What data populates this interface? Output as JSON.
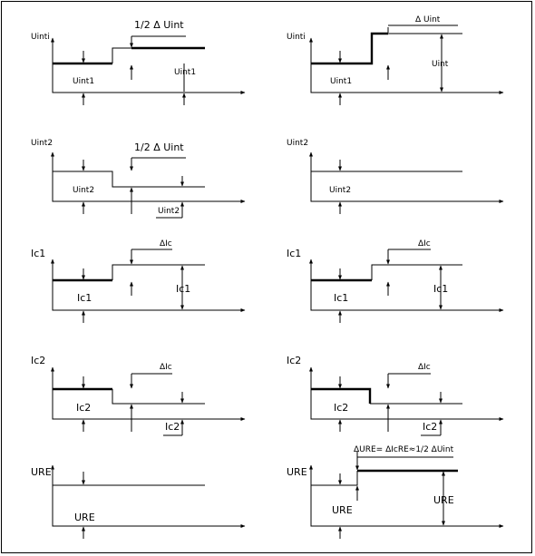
{
  "panels": [
    {
      "axis": "Uinti",
      "base": "Uint1",
      "delta": "1/2  Δ Uint",
      "right": "Uint1"
    },
    {
      "axis": "Uinti",
      "base": "Uint1",
      "delta": "Δ Uint",
      "right": "Uint"
    },
    {
      "axis": "Uint2",
      "base": "Uint2",
      "delta": "1/2  Δ Uint",
      "right": "Uint2"
    },
    {
      "axis": "Uint2",
      "base": "Uint2"
    },
    {
      "axis": "Ic1",
      "base": "Ic1",
      "delta": "ΔIc",
      "right": "Ic1"
    },
    {
      "axis": "Ic1",
      "base": "Ic1",
      "delta": "ΔIc",
      "right": "Ic1"
    },
    {
      "axis": "Ic2",
      "base": "Ic2",
      "delta": "ΔIc",
      "right": "Ic2"
    },
    {
      "axis": "Ic2",
      "base": "Ic2",
      "delta": "ΔIc",
      "right": "Ic2"
    },
    {
      "axis": "URE",
      "base": "URE"
    },
    {
      "axis": "URE",
      "base": "URE",
      "delta": "ΔURE= ΔIcRE≈1/2  ΔUint",
      "right": "URE"
    }
  ]
}
